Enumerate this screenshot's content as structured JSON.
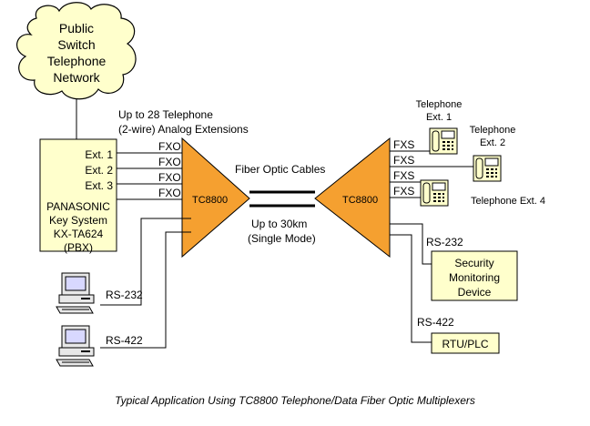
{
  "cloud": {
    "lines": [
      "Public",
      "Switch",
      "Telephone",
      "Network"
    ]
  },
  "extensions_note": {
    "line1": "Up to 28 Telephone",
    "line2": "(2-wire) Analog Extensions"
  },
  "pbx": {
    "ports": [
      "Ext. 1",
      "Ext. 2",
      "Ext. 3"
    ],
    "lines": [
      "PANASONIC",
      "Key System",
      "KX-TA624",
      "(PBX)"
    ]
  },
  "left_mux": {
    "label": "TC8800",
    "fxo_ports": [
      "FXO",
      "FXO",
      "FXO",
      "FXO"
    ]
  },
  "right_mux": {
    "label": "TC8800",
    "fxs_ports": [
      "FXS",
      "FXS",
      "FXS",
      "FXS"
    ]
  },
  "fiber": {
    "label": "Fiber Optic Cables",
    "distance1": "Up to 30km",
    "distance2": "(Single Mode)"
  },
  "phones": {
    "ext1": [
      "Telephone",
      "Ext. 1"
    ],
    "ext2": [
      "Telephone",
      "Ext. 2"
    ],
    "ext4": "Telephone Ext. 4"
  },
  "left_data": {
    "rs232": "RS-232",
    "rs422": "RS-422"
  },
  "right_data": {
    "rs232": "RS-232",
    "rs422": "RS-422",
    "security": [
      "Security",
      "Monitoring",
      "Device"
    ],
    "rtu": "RTU/PLC"
  },
  "caption": "Typical Application Using TC8800 Telephone/Data Fiber Optic Multiplexers",
  "colors": {
    "mux_fill": "#f5a030",
    "box_fill": "#ffffcc",
    "phone_fill": "#ffffcc",
    "line": "#000000"
  }
}
